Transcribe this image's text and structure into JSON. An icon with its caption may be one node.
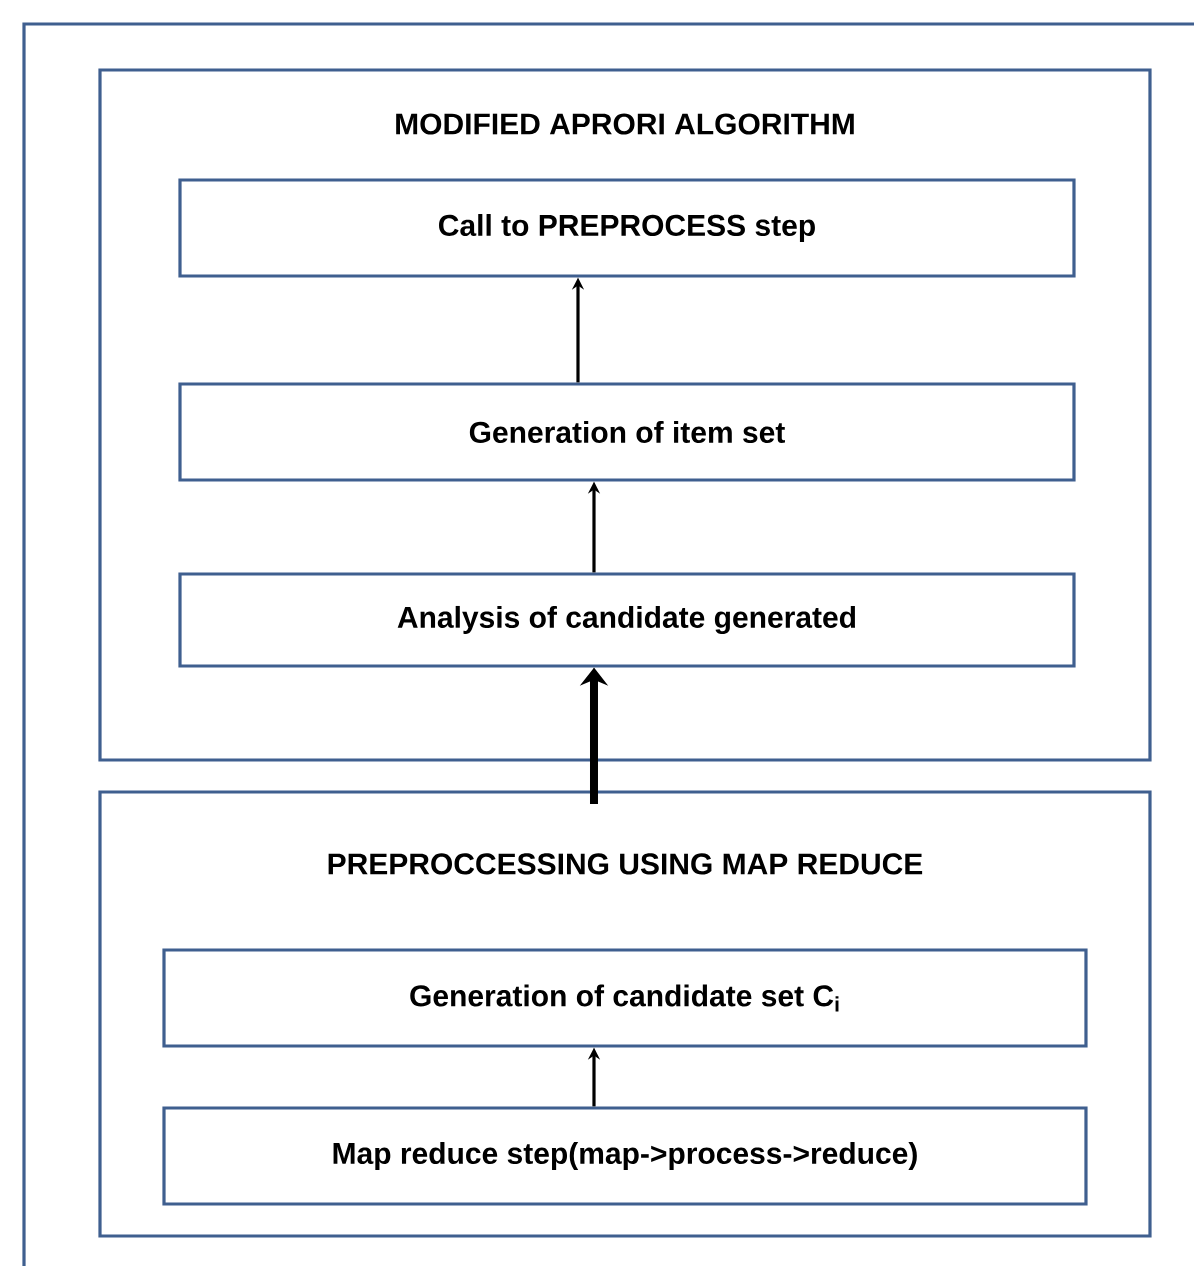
{
  "diagram": {
    "nodes": [
      {
        "text": [
          "MODIFIED APRORI ALGORITHM"
        ]
      },
      {
        "text": [
          "Call to PREPROCESS step"
        ],
        "in": 0
      },
      {
        "text": [
          "Generation of item set"
        ],
        "in": 0
      },
      {
        "text": [
          "Analysis of candidate generated"
        ],
        "in": 0
      },
      {
        "text": [
          "PREPROCCESSING USING MAP REDUCE"
        ]
      },
      {
        "text": [
          "Generation of candidate set C$_{i}$"
        ],
        "in": 4
      },
      {
        "text": [
          "Map reduce step(map->process->reduce)"
        ],
        "in": 4
      }
    ],
    "edges": [
      {
        "from": 2,
        "to": 1,
        "arrow": "to"
      },
      {
        "from": 3,
        "to": 2,
        "arrow": "to"
      },
      {
        "from": 4,
        "to": 3,
        "arrow": "to",
        "style": "thick"
      },
      {
        "from": 6,
        "to": 5,
        "arrow": "to"
      }
    ]
  }
}
